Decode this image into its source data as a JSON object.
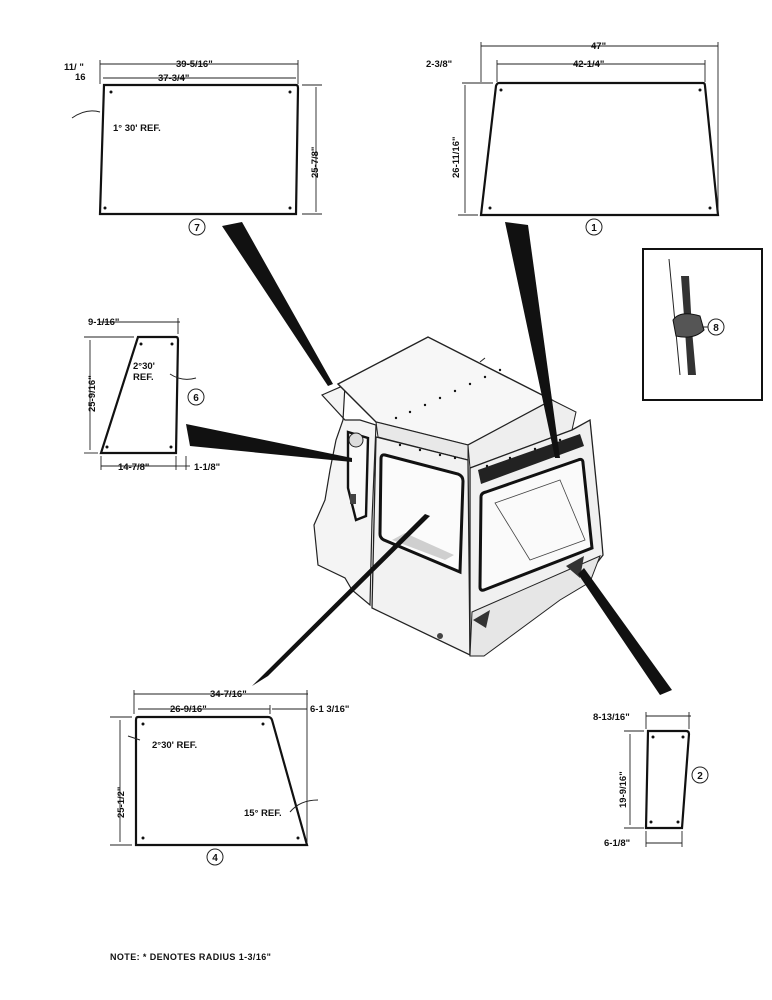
{
  "note": "NOTE: * DENOTES RADIUS 1-3/16\"",
  "parts": {
    "p7": {
      "callout": "7",
      "width_overall": "39-5/16\"",
      "width_inner": "37-3/4\"",
      "offset_top": "11/ \"",
      "offset_bottom": "16",
      "height": "25-7/8\"",
      "angle": "1° 30' REF."
    },
    "p1": {
      "callout": "1",
      "width_overall": "47\"",
      "width_top": "42-1/4\"",
      "offset": "2-3/8\"",
      "height": "26-11/16\""
    },
    "p8": {
      "callout": "8"
    },
    "p6": {
      "callout": "6",
      "width_top": "9-1/16\"",
      "height": "25-9/16\"",
      "width_bottom": "14-7/8\"",
      "offset": "1-1/8\"",
      "angle_line1": "2°30'",
      "angle_line2": "REF."
    },
    "p4": {
      "callout": "4",
      "width_overall": "34-7/16\"",
      "width_top": "26-9/16\"",
      "offset": "6-1 3/16\"",
      "height": "25-1/2\"",
      "angle_top": "2°30' REF.",
      "angle_bottom": "15° REF."
    },
    "p2": {
      "callout": "2",
      "width_top": "8-13/16\"",
      "height": "19-9/16\"",
      "width_bottom": "6-1/8\""
    }
  }
}
